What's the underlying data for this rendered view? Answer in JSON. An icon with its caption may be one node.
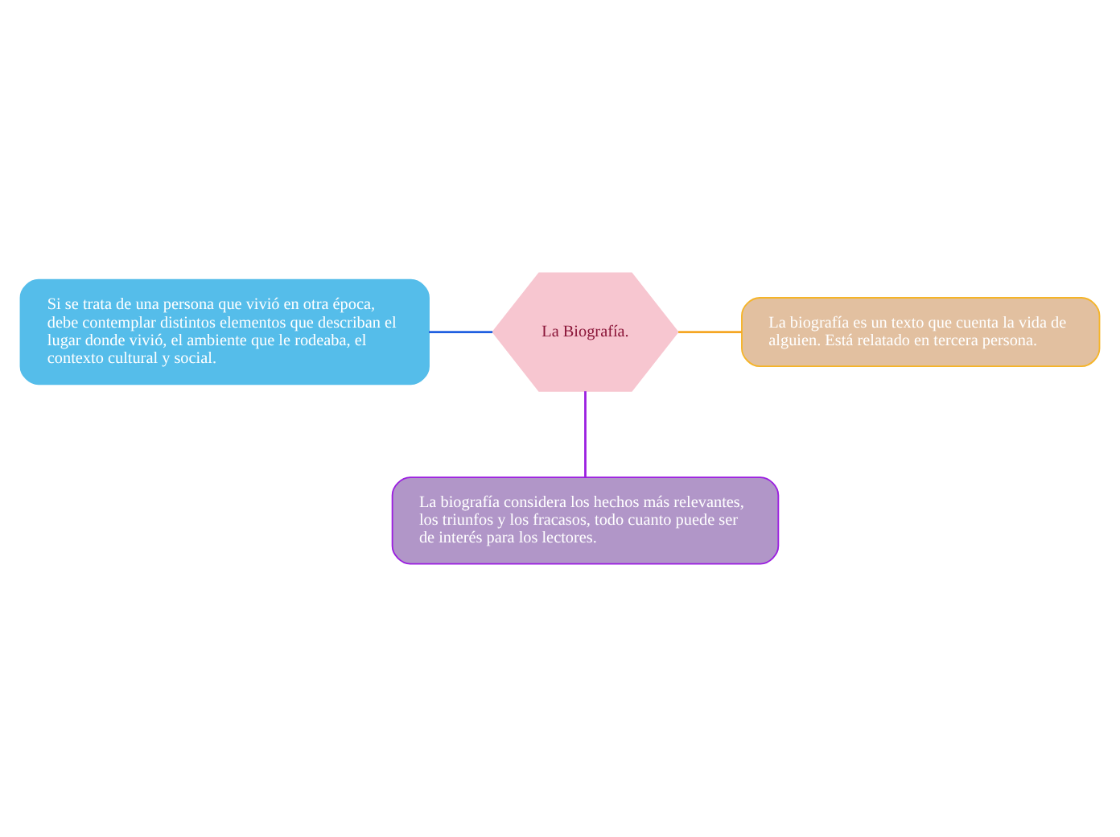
{
  "diagram": {
    "nodes": [
      {
        "text": [
          "La Biografía."
        ]
      },
      {
        "text": [
          "Si se trata de una persona que vivió en otra época, debe contemplar distintos elementos que describan el lugar donde vivió, el ambiente que le rodeaba, el contexto cultural y social."
        ]
      },
      {
        "text": [
          "La biografía es un texto que cuenta la vida de alguien. Está relatado en tercera persona."
        ]
      },
      {
        "text": [
          "La biografía considera los hechos más relevantes, los triunfos y los fracasos, todo cuanto puede ser de interés para los lectores."
        ]
      }
    ],
    "edges": [
      {
        "from": 0,
        "to": 1,
        "arrow": "none",
        "color": "#1f5fe0"
      },
      {
        "from": 0,
        "to": 2,
        "arrow": "none",
        "color": "#f5a623"
      },
      {
        "from": 0,
        "to": 3,
        "arrow": "none",
        "color": "#9b1ee0"
      }
    ]
  }
}
